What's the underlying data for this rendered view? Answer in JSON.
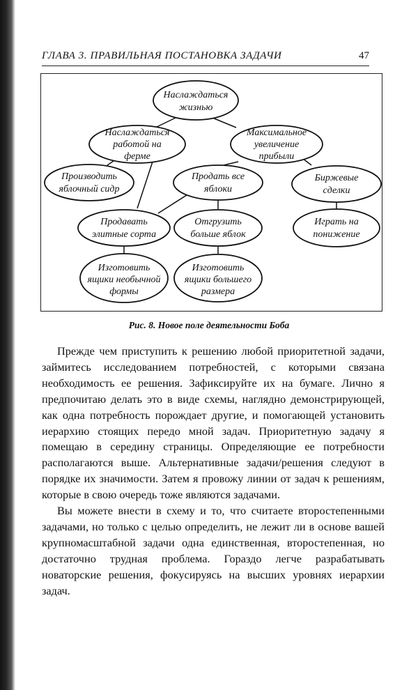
{
  "running_head": {
    "title": "ГЛАВА 3. ПРАВИЛЬНАЯ ПОСТАНОВКА ЗАДАЧИ",
    "page_number": "47"
  },
  "figure": {
    "nodes": [
      {
        "id": "enjoy_life",
        "lines": [
          "Наслаждаться",
          "жизнью"
        ]
      },
      {
        "id": "enjoy_farm",
        "lines": [
          "Наслаждаться",
          "работой на",
          "ферме"
        ]
      },
      {
        "id": "max_profit",
        "lines": [
          "Максимальное",
          "увеличение",
          "прибыли"
        ]
      },
      {
        "id": "cider",
        "lines": [
          "Производить",
          "яблочный сидр"
        ]
      },
      {
        "id": "sell_all",
        "lines": [
          "Продать все",
          "яблоки"
        ]
      },
      {
        "id": "exchange",
        "lines": [
          "Биржевые",
          "сделки"
        ]
      },
      {
        "id": "elite",
        "lines": [
          "Продавать",
          "элитные сорта"
        ]
      },
      {
        "id": "ship_more",
        "lines": [
          "Отгрузить",
          "больше яблок"
        ]
      },
      {
        "id": "short",
        "lines": [
          "Играть на",
          "понижение"
        ]
      },
      {
        "id": "boxes_unusual",
        "lines": [
          "Изготовить",
          "ящики необычной",
          "формы"
        ]
      },
      {
        "id": "boxes_large",
        "lines": [
          "Изготовить",
          "ящики большего",
          "размера"
        ]
      }
    ],
    "caption": "Рис. 8. Новое поле деятельности Боба"
  },
  "body": {
    "paragraphs": [
      "Прежде чем приступить к решению любой приоритетной задачи, займитесь исследованием потребностей, с которыми связана необходимость ее решения. Зафиксируйте их на бумаге. Лично я предпочитаю делать это в виде схемы, наглядно демонстрирующей, как одна потребность порождает другие, и помогающей установить иерархию стоящих передо мной задач. Приоритетную задачу я помещаю в середину страницы. Определяющие ее потребности располагаются выше. Альтернативные задачи/решения следуют в порядке их значимости. Затем я провожу линии от задач к решениям, которые в свою очередь тоже являются задачами.",
      "Вы можете внести в схему и то, что считаете второстепенными задачами, но только с целью определить, не лежит ли в основе вашей крупномасштабной задачи одна единственная, второстепенная, но достаточно трудная проблема. Гораздо легче разрабатывать новаторские решения, фокусируясь на высших уровнях иерархии задач."
    ]
  }
}
